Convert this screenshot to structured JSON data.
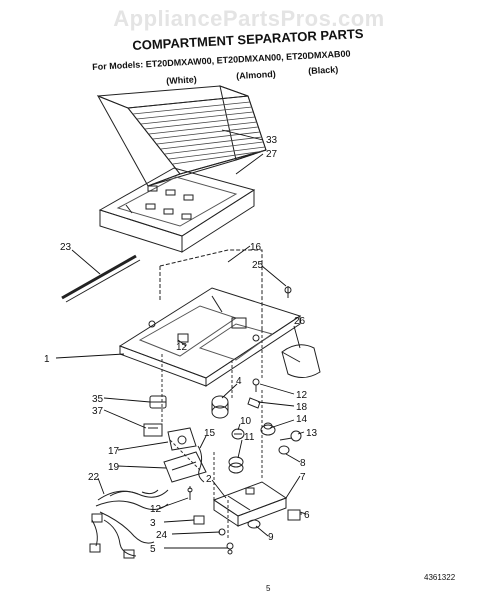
{
  "watermark": "AppliancePartsPros.com",
  "title": "COMPARTMENT SEPARATOR PARTS",
  "models_line": "For Models: ET20DMXAW00, ET20DMXAN00, ET20DMXAB00",
  "colors": [
    "(White)",
    "(Almond)",
    "(Black)"
  ],
  "callouts": [
    "33",
    "27",
    "16",
    "25",
    "23",
    "26",
    "1",
    "12",
    "35",
    "4",
    "12",
    "37",
    "18",
    "10",
    "14",
    "13",
    "15",
    "11",
    "17",
    "8",
    "19",
    "2",
    "7",
    "22",
    "12",
    "6",
    "3",
    "24",
    "9",
    "5"
  ],
  "page_number": "5",
  "figure_code": "4361322"
}
